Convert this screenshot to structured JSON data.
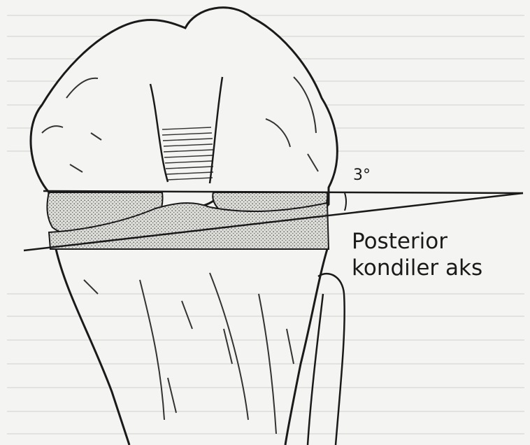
{
  "labels": {
    "angle": "3°",
    "axis_line1": "Posterior",
    "axis_line2": "kondiler aks"
  },
  "colors": {
    "background": "#f4f4f2",
    "ink": "#1a1a1a",
    "stipple": "#d9d9d6"
  }
}
